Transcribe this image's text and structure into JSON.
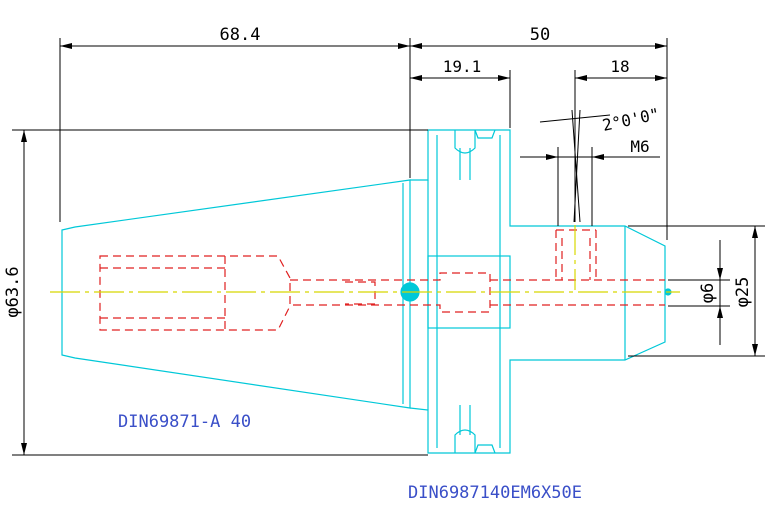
{
  "colors": {
    "outline": "#00c8d8",
    "hidden": "#e02020",
    "centerline": "#d8d800",
    "dimension": "#000000",
    "label": "#3a4fc8"
  },
  "dimensions": {
    "overall_left": "68.4",
    "overall_right": "50",
    "flange_length": "19.1",
    "hole_offset": "18",
    "angle": "2°0'0\"",
    "thread": "M6",
    "flange_diameter": "φ63.6",
    "bore_diameter": "φ6",
    "nose_diameter": "φ25"
  },
  "labels": {
    "taper_standard": "DIN69871-A 40",
    "part_number": "DIN6987140EM6X50E"
  }
}
